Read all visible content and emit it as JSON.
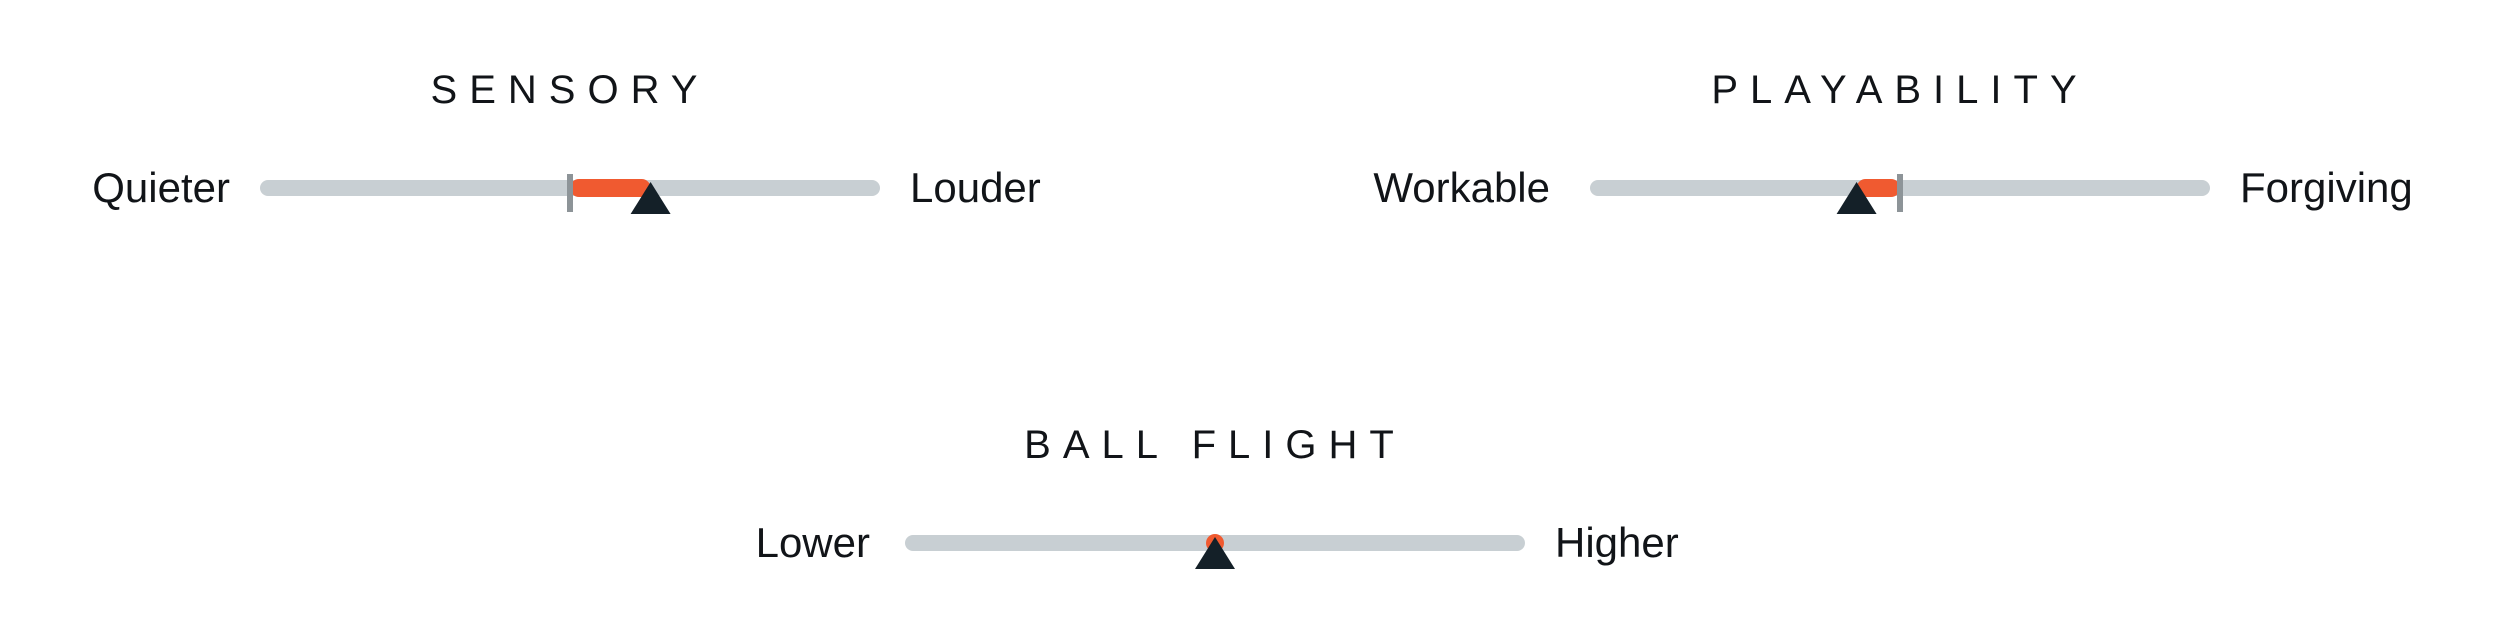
{
  "colors": {
    "track": "#c8cfd3",
    "range": "#f05a30",
    "pointer": "#142028",
    "tick": "#8d9498",
    "text": "#111418"
  },
  "gauges": [
    {
      "title": "SENSORY",
      "left_label": "Quieter",
      "right_label": "Louder",
      "value": 0.63,
      "reference": 0.5,
      "range": [
        0.5,
        0.63
      ]
    },
    {
      "title": "PLAYABILITY",
      "left_label": "Workable",
      "right_label": "Forgiving",
      "value": 0.43,
      "reference": 0.5,
      "range": [
        0.43,
        0.5
      ]
    },
    {
      "title": "BALL FLIGHT",
      "left_label": "Lower",
      "right_label": "Higher",
      "value": 0.5,
      "reference": null,
      "range": [
        0.495,
        0.505
      ]
    }
  ]
}
